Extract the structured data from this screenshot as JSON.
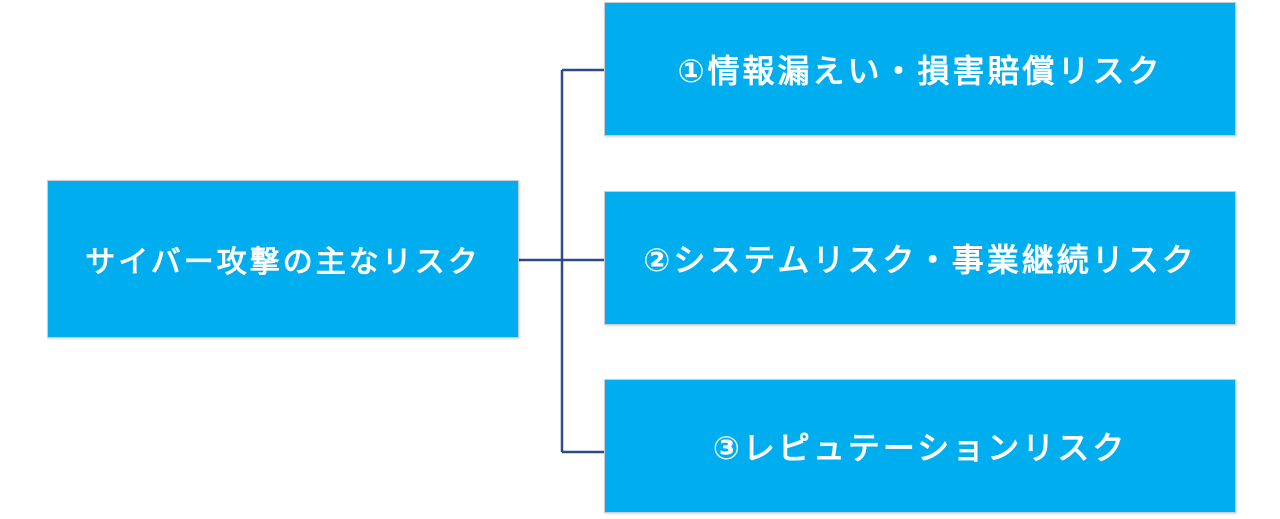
{
  "colors": {
    "box_fill": "#00aeef",
    "box_text": "#ffffff",
    "connector": "#2e4a8b"
  },
  "root": {
    "label": "サイバー攻撃の主なリスク"
  },
  "branches": [
    {
      "label": "①情報漏えい・損害賠償リスク"
    },
    {
      "label": "②システムリスク・事業継続リスク"
    },
    {
      "label": "③レピュテーションリスク"
    }
  ]
}
